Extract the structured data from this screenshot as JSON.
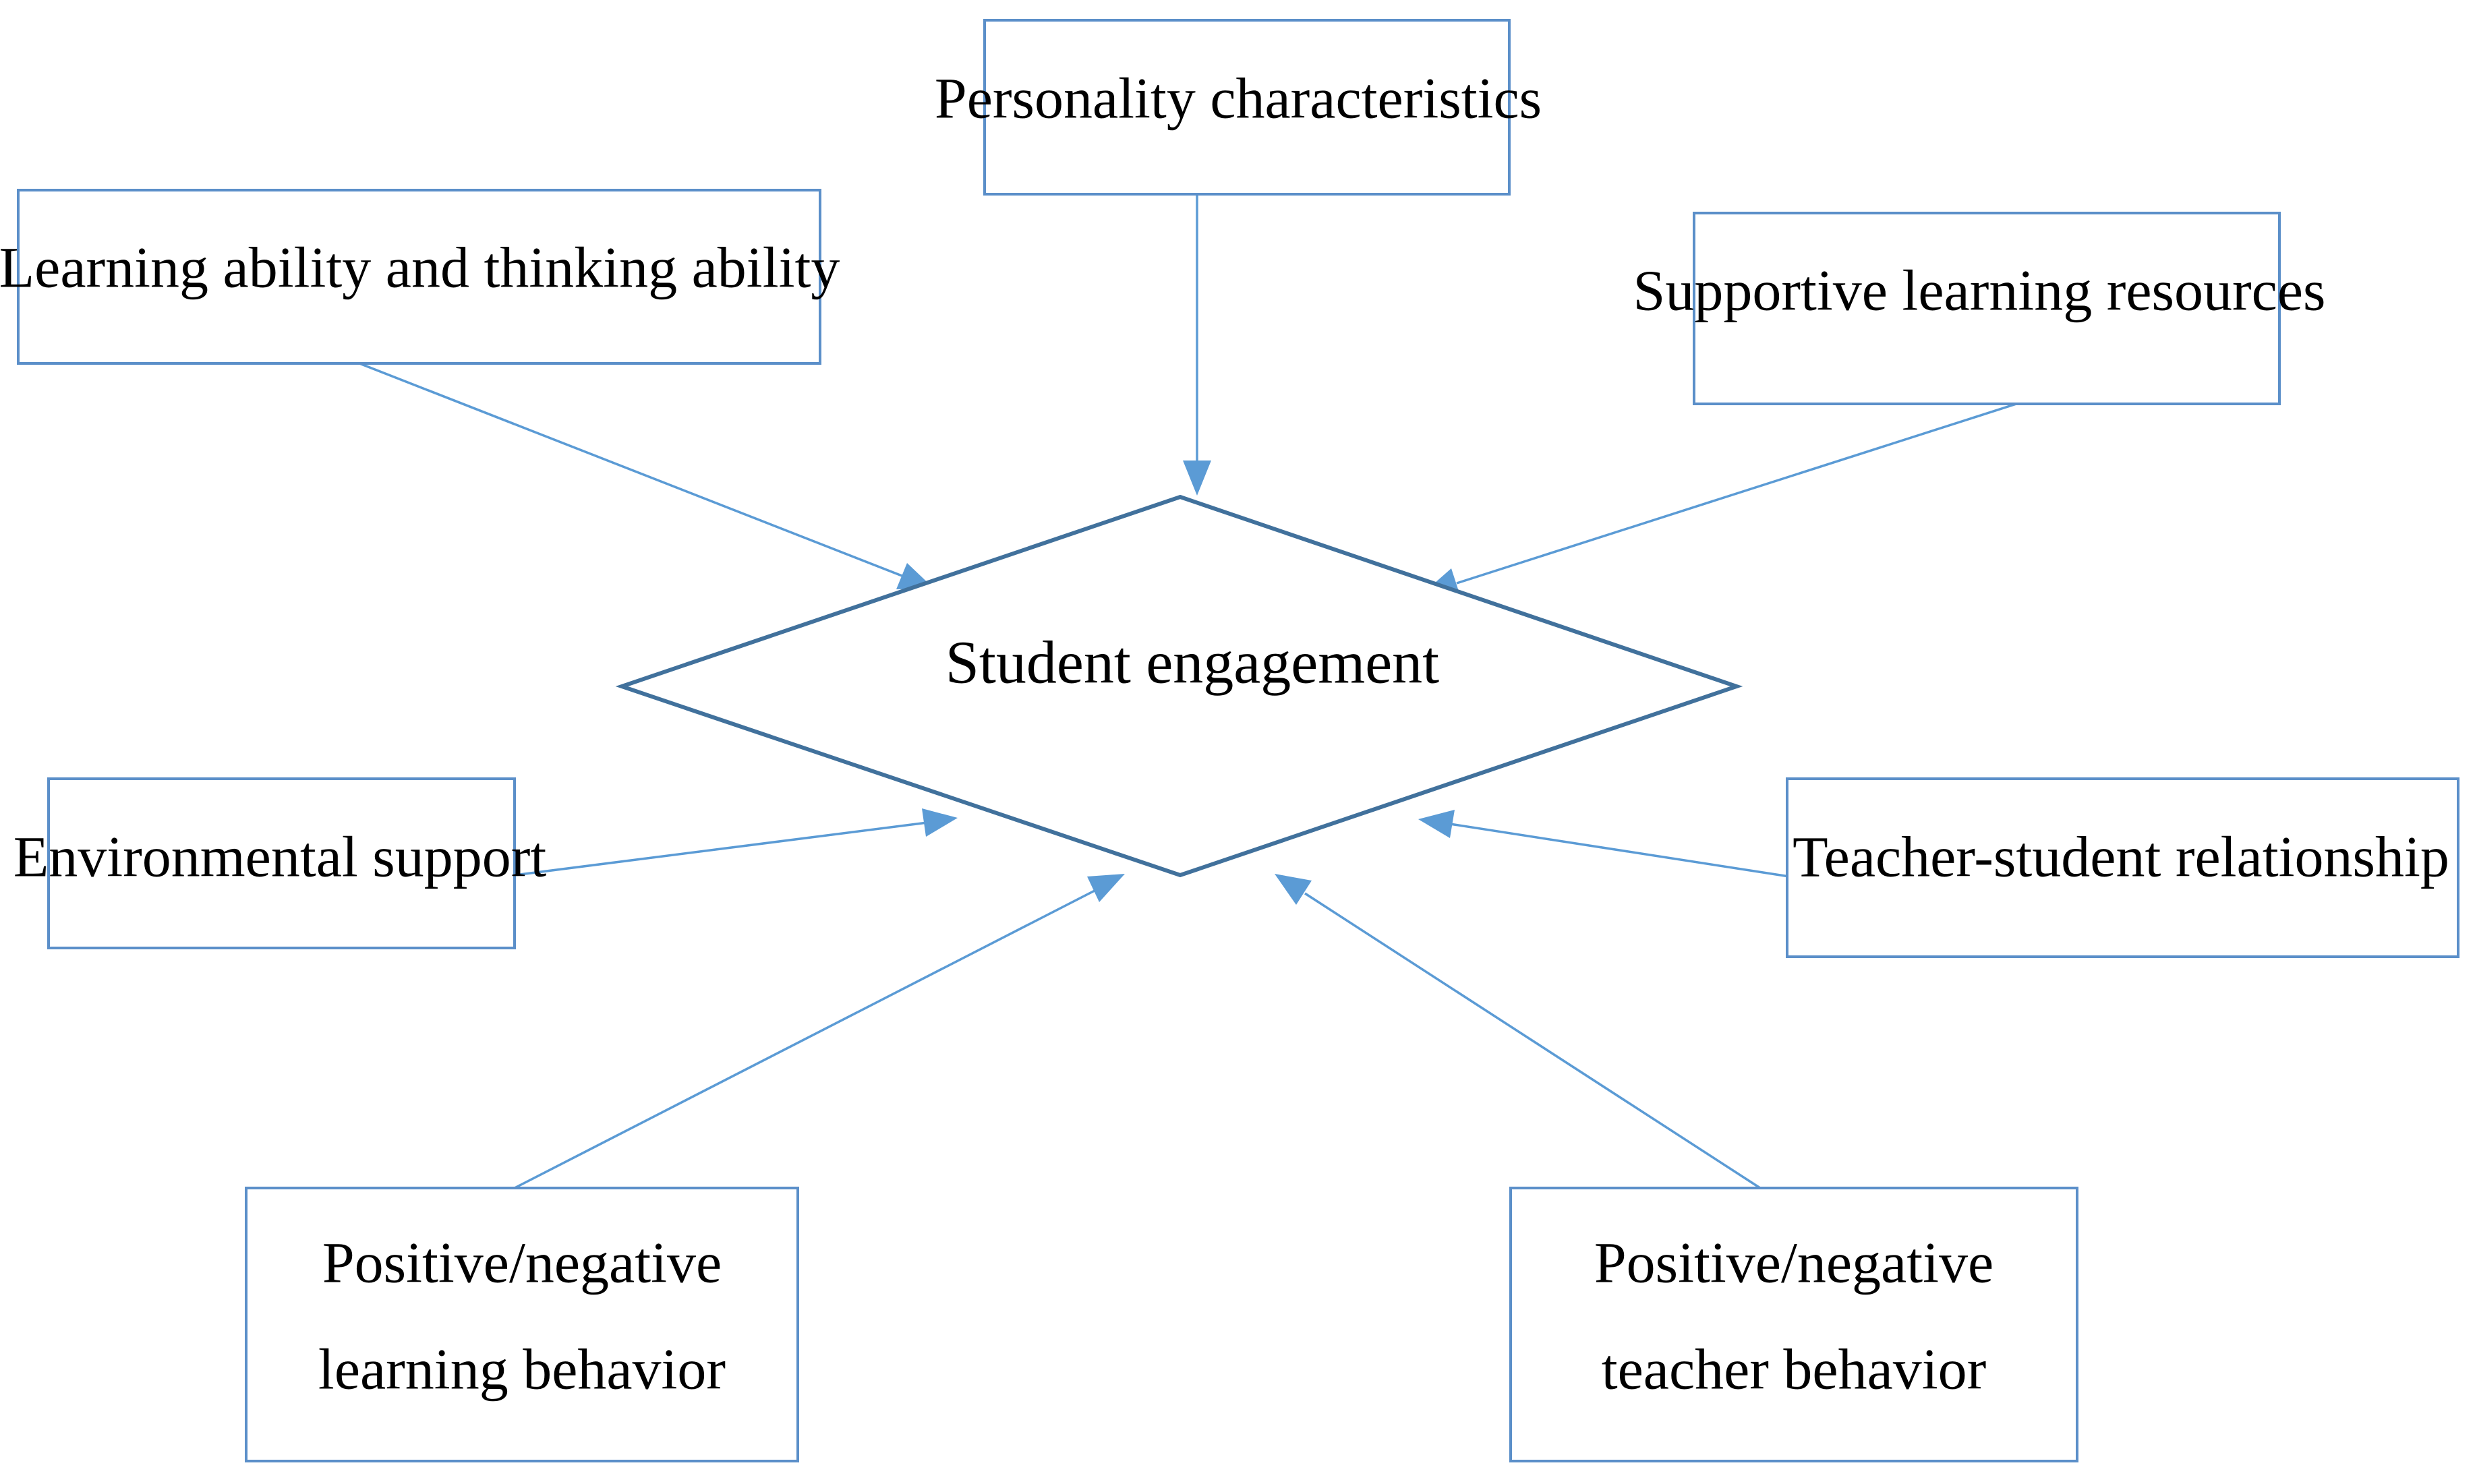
{
  "diagram": {
    "center": {
      "label": "Student engagement"
    },
    "factors": {
      "personality": {
        "label": "Personality characteristics"
      },
      "learning_ability": {
        "label": "Learning ability and thinking ability"
      },
      "learning_resources": {
        "label": "Supportive learning resources"
      },
      "environmental": {
        "label": "Environmental support"
      },
      "teacher_student": {
        "label": "Teacher-student relationship"
      },
      "learning_behavior": {
        "line1": "Positive/negative",
        "line2": "learning behavior"
      },
      "teacher_behavior": {
        "line1": "Positive/negative",
        "line2": "teacher behavior"
      }
    },
    "colors": {
      "box_border": "#5b8fc9",
      "arrow": "#5b9bd5",
      "diamond_border": "#41719c"
    }
  }
}
